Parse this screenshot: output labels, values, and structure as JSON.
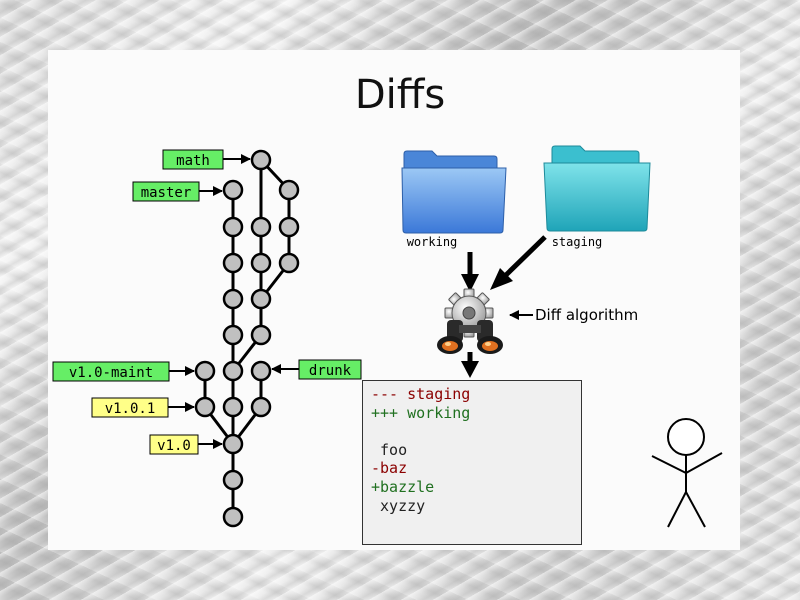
{
  "slide": {
    "title": "Diffs"
  },
  "branch_labels": {
    "math": "math",
    "master": "master",
    "v1_0_maint": "v1.0-maint",
    "v1_0_1": "v1.0.1",
    "v1_0": "v1.0",
    "drunk": "drunk"
  },
  "folders": {
    "working": "working",
    "staging": "staging"
  },
  "algorithm_label": "Diff algorithm",
  "diff": {
    "lines": [
      "--- staging",
      "+++ working",
      "",
      " foo",
      "-baz",
      "+bazzle",
      " xyzzy"
    ]
  },
  "colors": {
    "branch_label_fill": "#66ee66",
    "tag_label_fill": "#ffff88",
    "commit_fill": "#c0c0c0",
    "folder_blue": "#5b9be6",
    "folder_teal": "#3cc4d6",
    "diff_removed": "#8b0000",
    "diff_added": "#207020"
  },
  "icons": {
    "gear": "gear-icon",
    "binoculars": "binoculars-icon",
    "stick_figure": "person-icon"
  }
}
